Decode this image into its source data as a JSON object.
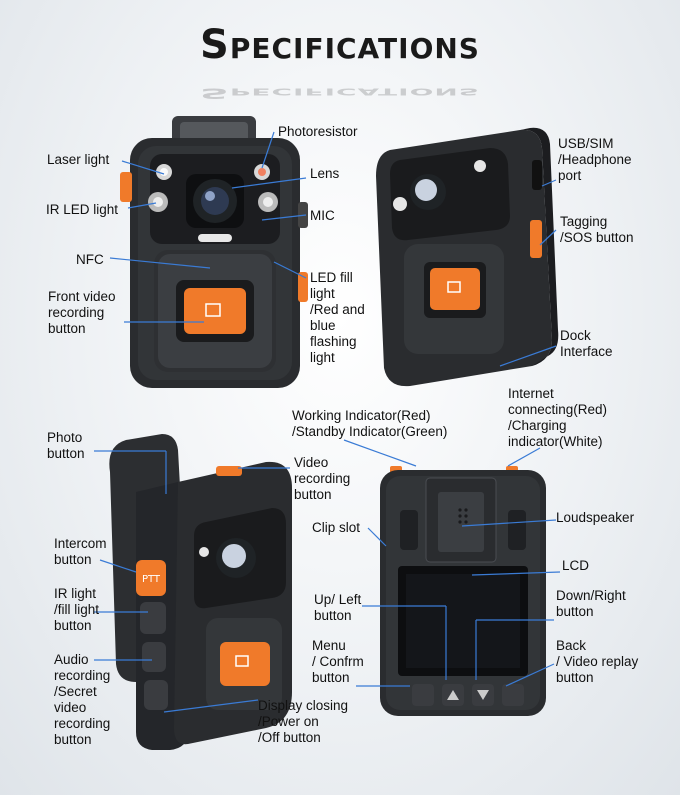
{
  "title": "Specifications",
  "labels": {
    "photoresistor": "Photoresistor",
    "laser_light": "Laser light",
    "lens": "Lens",
    "ir_led_light": "IR LED light",
    "mic": "MIC",
    "nfc": "NFC",
    "led_fill_light": [
      "LED fill",
      "light",
      "/Red and",
      "blue",
      "flashing",
      "light"
    ],
    "front_video_recording_button": [
      "Front video",
      "recording",
      "button"
    ],
    "usb_sim_port": [
      "USB/SIM",
      "/Headphone",
      "port"
    ],
    "tagging_sos_button": [
      "Tagging",
      "/SOS button"
    ],
    "dock_interface": [
      "Dock",
      "Interface"
    ],
    "working_indicator": [
      "Working Indicator(Red)",
      "/Standby Indicator(Green)"
    ],
    "internet_indicator": [
      "Internet",
      "connecting(Red)",
      "/Charging",
      "indicator(White)"
    ],
    "photo_button": [
      "Photo",
      "button"
    ],
    "video_recording_button": [
      "Video",
      "recording",
      "button"
    ],
    "intercom_button": [
      "Intercom",
      "button"
    ],
    "ir_fill_light_button": [
      "IR light",
      "/fill light",
      "button"
    ],
    "audio_recording_button": [
      "Audio",
      "recording",
      "/Secret",
      "video",
      "recording",
      "button"
    ],
    "display_closing_button": [
      "Display closing",
      "/Power on",
      "/Off button"
    ],
    "clip_slot": "Clip slot",
    "loudspeaker": "Loudspeaker",
    "lcd": "LCD",
    "up_left_button": [
      "Up/ Left",
      "button"
    ],
    "down_right_button": [
      "Down/Right",
      "button"
    ],
    "menu_confirm_button": [
      "Menu",
      "/ Confrm",
      "button"
    ],
    "back_video_replay_button": [
      "Back",
      "/ Video replay",
      "button"
    ]
  },
  "device_marks": {
    "ptt": "PTT"
  },
  "colors": {
    "accent_orange": "#f07a2a",
    "body_dark": "#2a2c2f",
    "line": "#3a7bd5"
  }
}
